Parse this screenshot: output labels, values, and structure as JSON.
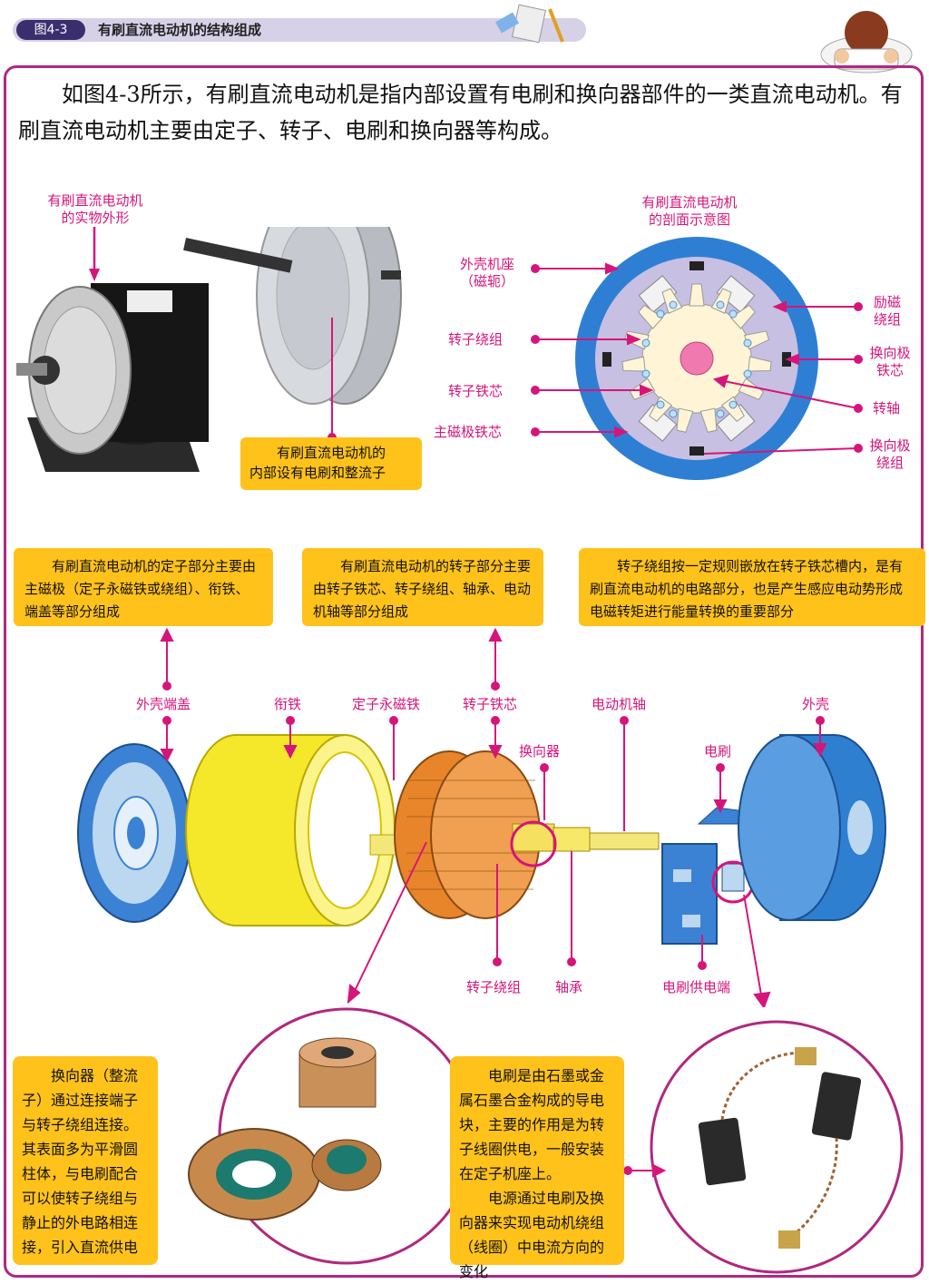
{
  "header": {
    "figure_tag": "图4-3",
    "figure_title": "有刷直流电动机的结构组成"
  },
  "intro": "如图4-3所示，有刷直流电动机是指内部设置有电刷和换向器部件的一类直流电动机。有刷直流电动机主要由定子、转子、电刷和换向器等构成。",
  "photo_section": {
    "label_line1": "有刷直流电动机",
    "label_line2": "的实物外形",
    "callout_line1": "有刷直流电动机的",
    "callout_line2": "内部设有电刷和整流子"
  },
  "section_diagram": {
    "title_line1": "有刷直流电动机",
    "title_line2": "的剖面示意图",
    "left_labels": {
      "housing_line1": "外壳机座",
      "housing_line2": "（磁轭）",
      "rotor_winding": "转子绕组",
      "rotor_core": "转子铁芯",
      "main_pole_core": "主磁极铁芯"
    },
    "right_labels": {
      "field_winding_line1": "励磁",
      "field_winding_line2": "绕组",
      "commutating_core_line1": "换向极",
      "commutating_core_line2": "铁芯",
      "shaft": "转轴",
      "commutating_winding_line1": "换向极",
      "commutating_winding_line2": "绕组"
    }
  },
  "info_boxes": {
    "stator": "有刷直流电动机的定子部分主要由主磁极（定子永磁铁或绕组）、衔铁、端盖等部分组成",
    "rotor": "有刷直流电动机的转子部分主要由转子铁芯、转子绕组、轴承、电动机轴等部分组成",
    "winding": "转子绕组按一定规则嵌放在转子铁芯槽内，是有刷直流电动机的电路部分，也是产生感应电动势形成电磁转矩进行能量转换的重要部分"
  },
  "exploded_labels": {
    "end_cover": "外壳端盖",
    "armature": "衔铁",
    "stator_magnet": "定子永磁铁",
    "rotor_core": "转子铁芯",
    "commutator": "换向器",
    "motor_shaft": "电动机轴",
    "brush": "电刷",
    "housing": "外壳",
    "rotor_winding": "转子绕组",
    "bearing": "轴承",
    "brush_terminal": "电刷供电端"
  },
  "commutator_note": "换向器（整流子）通过连接端子与转子绕组连接。其表面多为平滑圆柱体，与电刷配合可以使转子绕组与静止的外电路相连接，引入直流供电",
  "brush_note": {
    "para1": "电刷是由石墨或金属石墨合金构成的导电块，主要的作用是为转子线圈供电，一般安装在定子机座上。",
    "para2": "电源通过电刷及换向器来实现电动机绕组（线圈）中电流方向的变化"
  },
  "colors": {
    "accent_pink": "#d6157a",
    "callout_yellow": "#ffc21a",
    "frame_magenta": "#b0287f",
    "motor_blue": "#2f7fd0"
  }
}
